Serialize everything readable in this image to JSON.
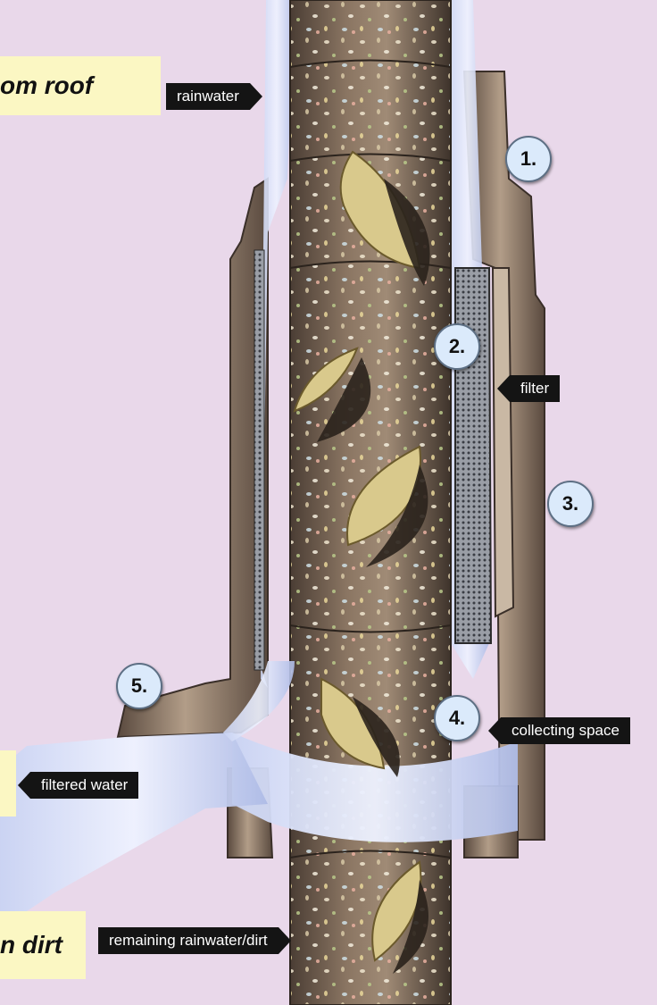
{
  "diagram": {
    "top_left_box": "om roof",
    "bottom_left_box": "n dirt",
    "labels": {
      "rainwater": "rainwater",
      "filter": "filter",
      "collecting_space": "collecting space",
      "filtered_water": "filtered water",
      "remaining": "remaining rainwater/dirt"
    },
    "markers": [
      "1.",
      "2.",
      "3.",
      "4.",
      "5."
    ]
  }
}
